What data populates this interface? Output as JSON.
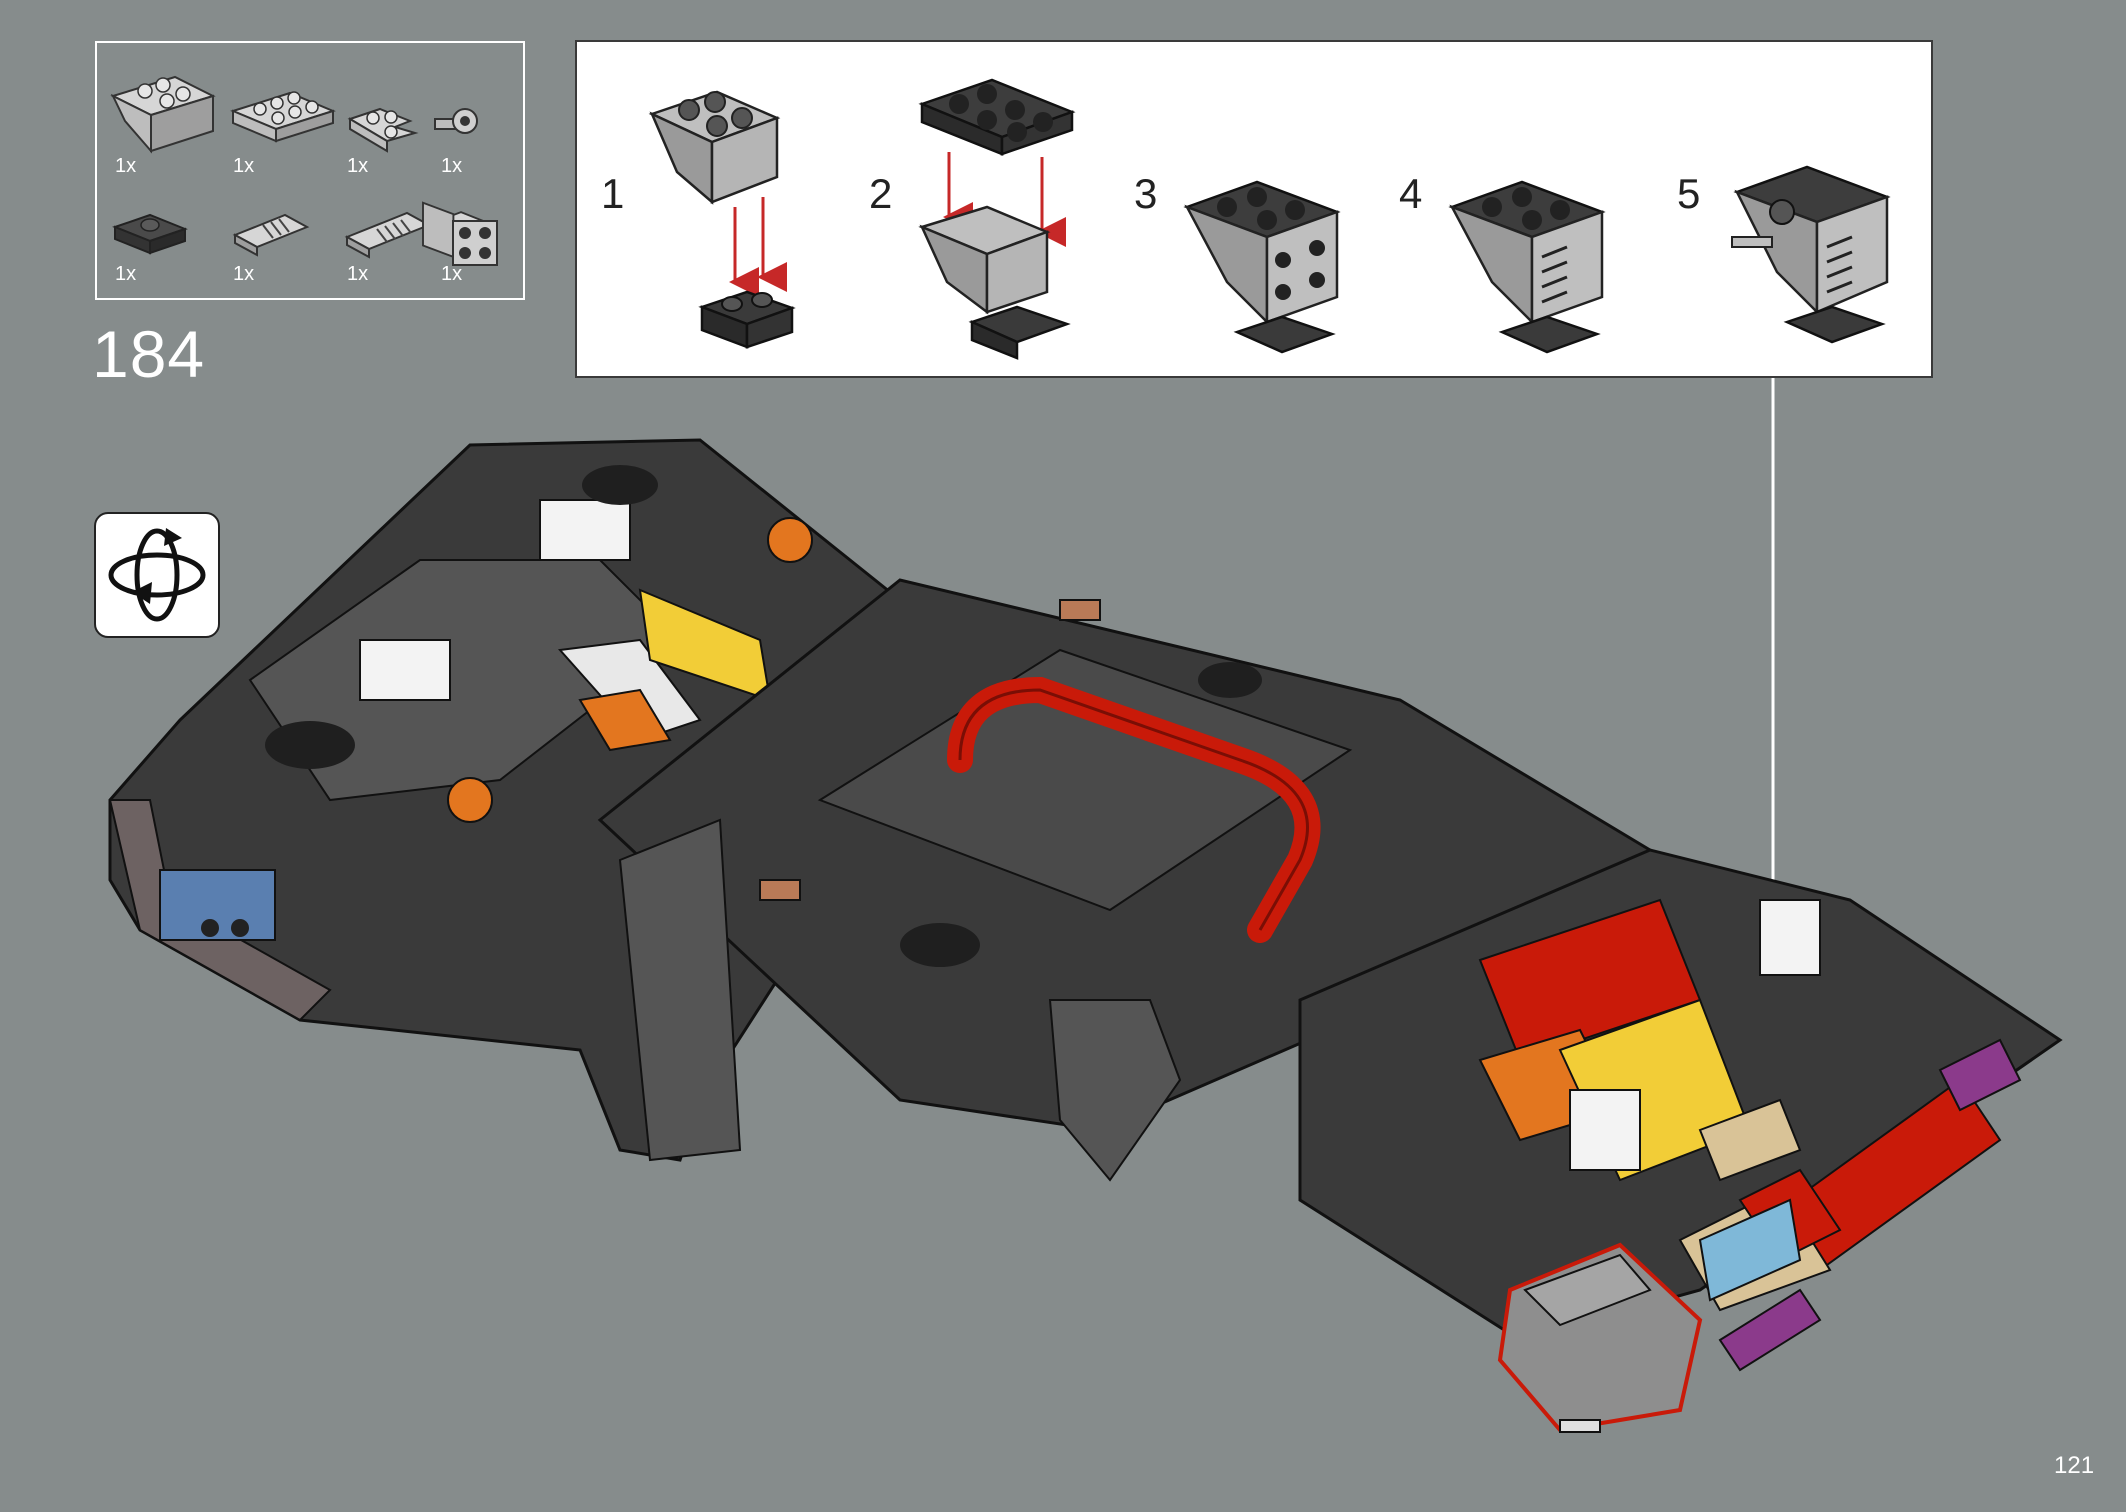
{
  "step": {
    "number": "184",
    "page_number": "121"
  },
  "parts_list": [
    {
      "qty": "1x",
      "icon": "slope-inverted-brick-icon"
    },
    {
      "qty": "1x",
      "icon": "plate-2x3-icon"
    },
    {
      "qty": "1x",
      "icon": "plate-corner-icon"
    },
    {
      "qty": "1x",
      "icon": "bar-clip-icon"
    },
    {
      "qty": "1x",
      "icon": "jumper-plate-icon"
    },
    {
      "qty": "1x",
      "icon": "grille-slope-icon"
    },
    {
      "qty": "1x",
      "icon": "grille-slope-long-icon"
    },
    {
      "qty": "1x",
      "icon": "brick-studs-side-icon"
    }
  ],
  "sub_steps": [
    "1",
    "2",
    "3",
    "4",
    "5"
  ],
  "rotate_icon": "rotate-model-icon",
  "colors": {
    "background": "#868c8c",
    "dark_bley": "#3c3c3c",
    "light_bley": "#a5a5a5",
    "red": "#c91a09",
    "orange": "#e3761f",
    "yellow": "#f2cd37",
    "tan": "#d9c397",
    "purple": "#8b3a8b",
    "blue": "#5a7fb0"
  }
}
